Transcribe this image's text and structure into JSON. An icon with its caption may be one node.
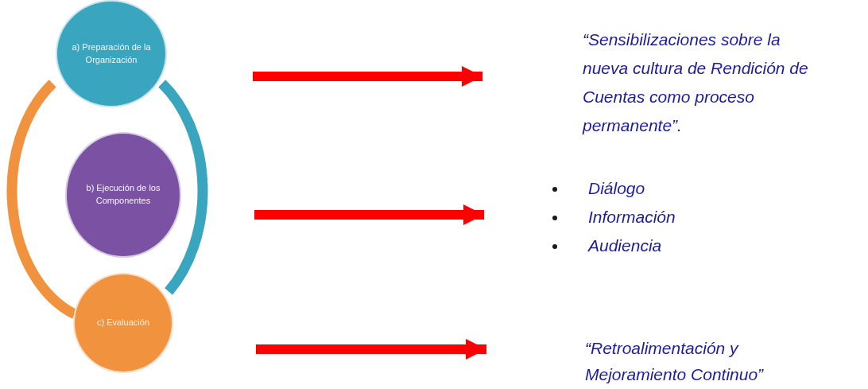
{
  "diagram": {
    "nodes": [
      {
        "text": [
          "a) Preparación de la Organización"
        ]
      },
      {
        "text": [
          "b) Ejecución de los Componentes"
        ]
      },
      {
        "text": [
          "c) Evaluación"
        ]
      },
      {
        "text": [
          "“Sensibilizaciones sobre la nueva cultura de Rendición de Cuentas como proceso permanente”."
        ]
      },
      {
        "text": [
          "Diálogo",
          "Información",
          "Audiencia"
        ]
      },
      {
        "text": [
          "“Retroalimentación y Mejoramiento Continuo”"
        ]
      }
    ],
    "edges": [
      {
        "from": 0,
        "to": 2,
        "arrow": "none",
        "color": "#f0923e"
      },
      {
        "from": 0,
        "to": 2,
        "arrow": "none",
        "color": "#3aa5bf"
      },
      {
        "from": null,
        "to": 3,
        "arrow": "to"
      },
      {
        "from": null,
        "to": 4,
        "arrow": "to"
      },
      {
        "from": null,
        "to": 5,
        "arrow": "to"
      }
    ]
  }
}
